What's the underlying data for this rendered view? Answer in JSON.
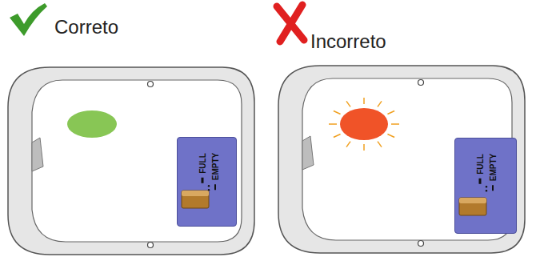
{
  "diagram": {
    "nodes": [
      {
        "text": [
          "FULL",
          "EMPTY"
        ]
      },
      {
        "text": [
          "FULL",
          "EMPTY"
        ]
      }
    ],
    "labels": [
      "Correto",
      "Incorreto"
    ]
  }
}
